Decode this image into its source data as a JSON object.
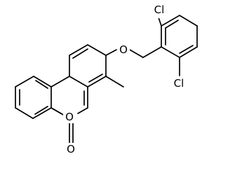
{
  "molecule": {
    "atoms": {
      "chlorine_top": "Cl",
      "chlorine_bottom": "Cl",
      "ether_oxygen": "O",
      "ring_oxygen": "O",
      "carbonyl_oxygen": "O"
    }
  },
  "colors": {
    "bond": "#000000",
    "background": "#ffffff"
  }
}
